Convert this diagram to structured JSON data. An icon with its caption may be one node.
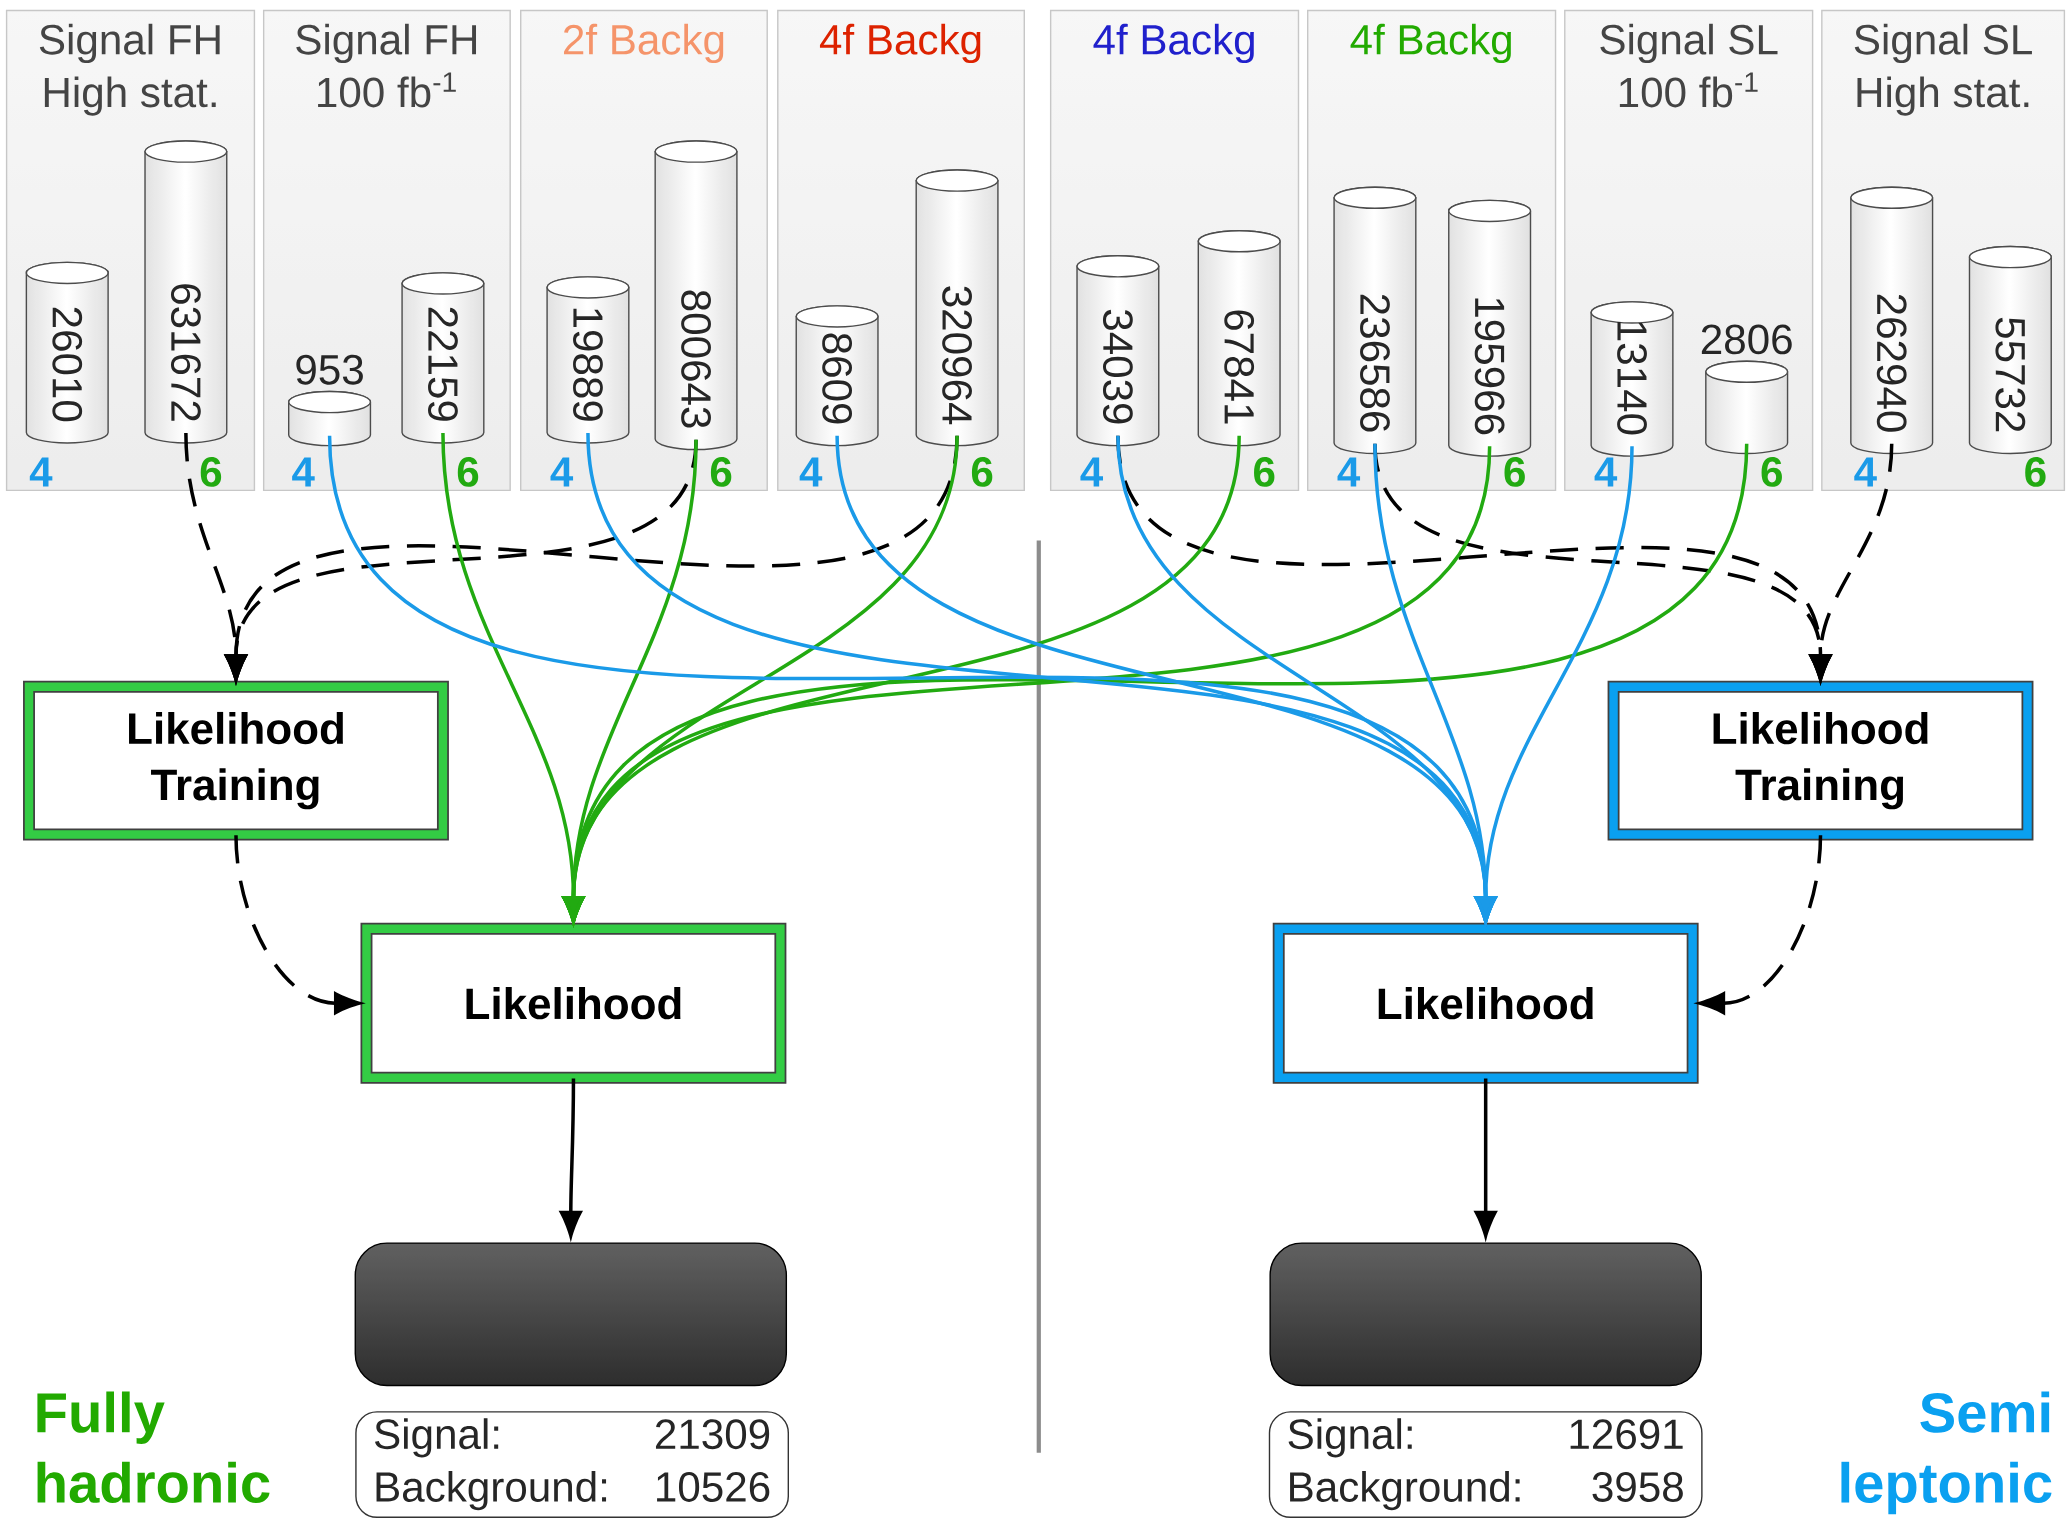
{
  "diagram": {
    "nodes": [
      {
        "text": [
          "Signal FH High stat."
        ]
      },
      {
        "text": [
          "26010"
        ],
        "in": 0,
        "beside": [
          "4"
        ]
      },
      {
        "text": [
          "631672"
        ],
        "in": 0,
        "beside": [
          "6"
        ]
      },
      {
        "text": [
          "Signal FH 100 fb$^{-1}$"
        ]
      },
      {
        "text": [
          "953"
        ],
        "in": 3,
        "beside": [
          "4"
        ]
      },
      {
        "text": [
          "22159"
        ],
        "in": 3,
        "beside": [
          "6"
        ]
      },
      {
        "text": [
          "2f Backg"
        ]
      },
      {
        "text": [
          "19889"
        ],
        "in": 6,
        "beside": [
          "4"
        ]
      },
      {
        "text": [
          "800643"
        ],
        "in": 6,
        "beside": [
          "6"
        ]
      },
      {
        "text": [
          "4f Backg"
        ]
      },
      {
        "text": [
          "8609"
        ],
        "in": 9,
        "beside": [
          "4"
        ]
      },
      {
        "text": [
          "320964"
        ],
        "in": 9,
        "beside": [
          "6"
        ]
      },
      {
        "text": [
          "4f Backg"
        ]
      },
      {
        "text": [
          "34039"
        ],
        "in": 12,
        "beside": [
          "4"
        ]
      },
      {
        "text": [
          "67841"
        ],
        "in": 12,
        "beside": [
          "6"
        ]
      },
      {
        "text": [
          "4f Backg"
        ]
      },
      {
        "text": [
          "236586"
        ],
        "in": 15,
        "beside": [
          "4"
        ]
      },
      {
        "text": [
          "195966"
        ],
        "in": 15,
        "beside": [
          "6"
        ]
      },
      {
        "text": [
          "Signal SL 100 fb$^{-1}$"
        ]
      },
      {
        "text": [
          "13140"
        ],
        "in": 18,
        "beside": [
          "4"
        ]
      },
      {
        "text": [
          "2806"
        ],
        "in": 18,
        "beside": [
          "6"
        ]
      },
      {
        "text": [
          "Signal SL High stat."
        ]
      },
      {
        "text": [
          "262940"
        ],
        "in": 21,
        "beside": [
          "4"
        ]
      },
      {
        "text": [
          "55732"
        ],
        "in": 21,
        "beside": [
          "6"
        ]
      },
      {
        "text": [
          "Likelihood Training"
        ]
      },
      {
        "text": [
          "Likelihood Training"
        ]
      },
      {
        "text": [
          "Likelihood"
        ]
      },
      {
        "text": [
          "Likelihood"
        ]
      },
      {
        "text": [],
        "shape": "box"
      },
      {
        "text": [],
        "shape": "box"
      },
      {
        "text": [
          "Signal:",
          "21309",
          "Background:",
          "10526"
        ]
      },
      {
        "text": [
          "Signal:",
          "12691",
          "Background:",
          "3958"
        ]
      }
    ],
    "edges": [
      {
        "from": 2,
        "to": 24,
        "arrow": "to",
        "style": "dashed"
      },
      {
        "from": 8,
        "to": 24,
        "arrow": "to",
        "style": "dashed"
      },
      {
        "from": 11,
        "to": 24,
        "arrow": "to",
        "style": "dashed"
      },
      {
        "from": 13,
        "to": 25,
        "arrow": "to",
        "style": "dashed"
      },
      {
        "from": 16,
        "to": 25,
        "arrow": "to",
        "style": "dashed"
      },
      {
        "from": 22,
        "to": 25,
        "arrow": "to",
        "style": "dashed"
      },
      {
        "from": 5,
        "to": 26,
        "arrow": "to",
        "color": "#22aa11"
      },
      {
        "from": 8,
        "to": 26,
        "arrow": "to",
        "color": "#22aa11"
      },
      {
        "from": 11,
        "to": 26,
        "arrow": "to",
        "color": "#22aa11"
      },
      {
        "from": 14,
        "to": 26,
        "arrow": "to",
        "color": "#22aa11"
      },
      {
        "from": 17,
        "to": 26,
        "arrow": "to",
        "color": "#22aa11"
      },
      {
        "from": 20,
        "to": 26,
        "arrow": "to",
        "color": "#22aa11"
      },
      {
        "from": 4,
        "to": 27,
        "arrow": "to",
        "color": "#1a9ae8"
      },
      {
        "from": 7,
        "to": 27,
        "arrow": "to",
        "color": "#1a9ae8"
      },
      {
        "from": 10,
        "to": 27,
        "arrow": "to",
        "color": "#1a9ae8"
      },
      {
        "from": 13,
        "to": 27,
        "arrow": "to",
        "color": "#1a9ae8"
      },
      {
        "from": 16,
        "to": 27,
        "arrow": "to",
        "color": "#1a9ae8"
      },
      {
        "from": 19,
        "to": 27,
        "arrow": "to",
        "color": "#1a9ae8"
      },
      {
        "from": 24,
        "to": 26,
        "arrow": "to",
        "style": "dashed"
      },
      {
        "from": 25,
        "to": 27,
        "arrow": "to",
        "style": "dashed"
      },
      {
        "from": 26,
        "to": 28,
        "arrow": "to"
      },
      {
        "from": 27,
        "to": 29,
        "arrow": "to"
      }
    ],
    "labels": [
      "Fully hadronic",
      "Semi leptonic"
    ]
  }
}
